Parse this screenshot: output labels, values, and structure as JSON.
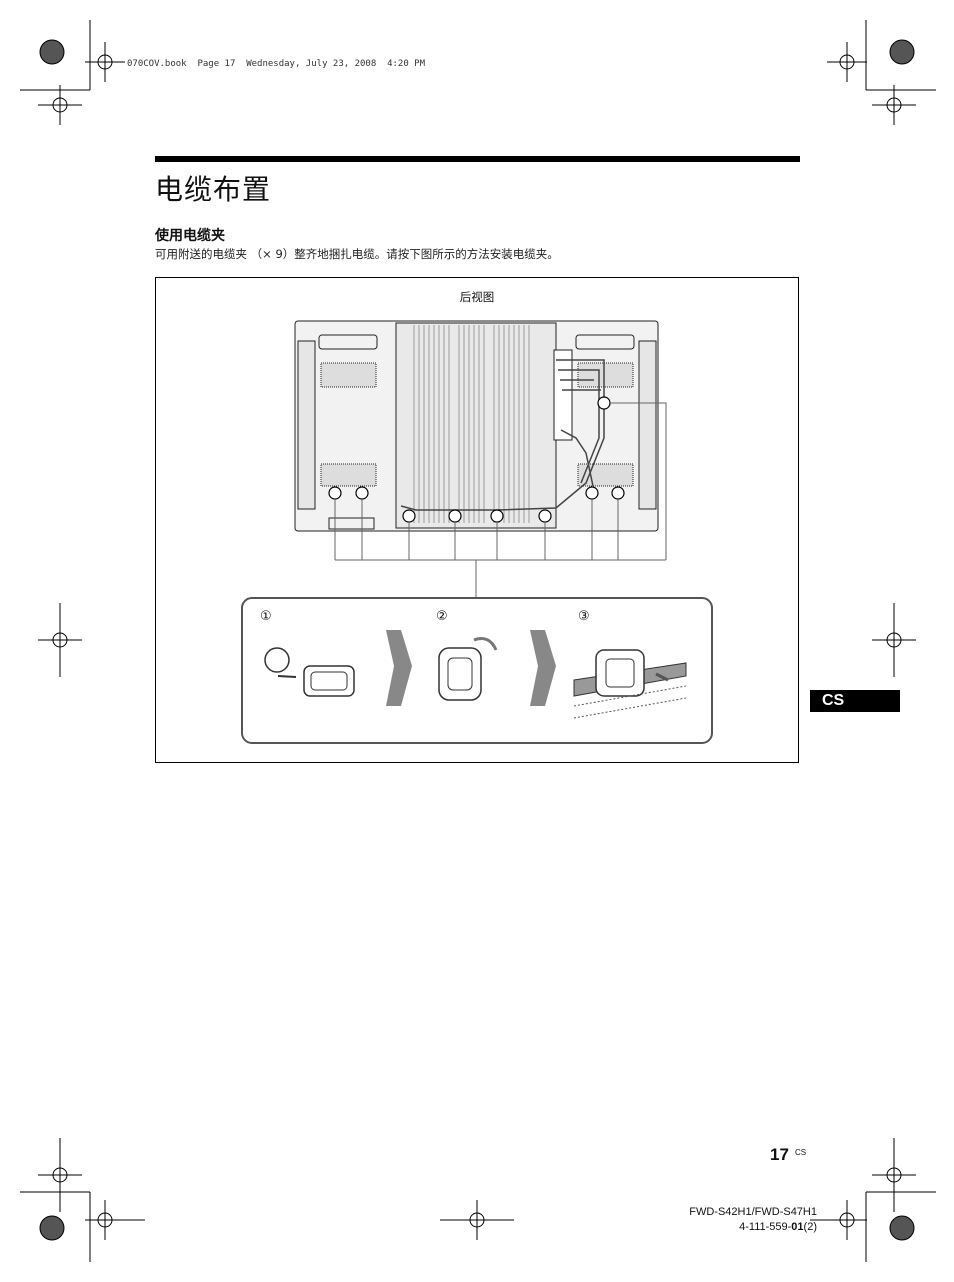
{
  "slug": "070COV.book  Page 17  Wednesday, July 23, 2008  4:20 PM",
  "title": "电缆布置",
  "section_heading": "使用电缆夹",
  "body_text": "可用附送的电缆夹 （× 9）整齐地捆扎电缆。请按下图所示的方法安装电缆夹。",
  "figure": {
    "label": "后视图",
    "steps": [
      "①",
      "②",
      "③"
    ]
  },
  "language_tab": "CS",
  "page": {
    "number": "17",
    "suffix": "CS"
  },
  "footer": {
    "model": "FWD-S42H1/FWD-S47H1",
    "code_prefix": "4-111-559-",
    "code_bold": "01",
    "code_suffix": "(2)"
  }
}
